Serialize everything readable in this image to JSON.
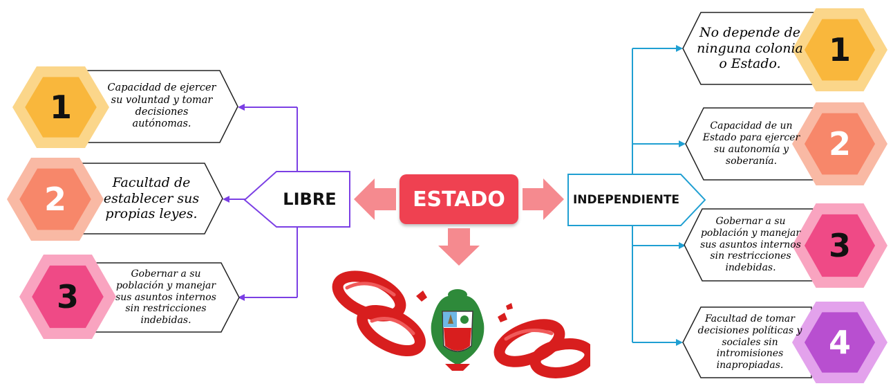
{
  "center": {
    "label": "ESTADO"
  },
  "libre": {
    "label": "LIBRE",
    "color": "#7b3fe4",
    "items": [
      {
        "number": "1",
        "text": "Capacidad de ejercer su voluntad y tomar decisiones autónomas.",
        "hex_outer": "#fbd68a",
        "hex_inner": "#f9b73c",
        "num_color": "#111111"
      },
      {
        "number": "2",
        "text": "Facultad de establecer sus propias leyes.",
        "hex_outer": "#f9b9a4",
        "hex_inner": "#f7876a",
        "num_color": "#ffffff"
      },
      {
        "number": "3",
        "text": "Gobernar a su población y manejar sus asuntos internos sin restricciones indebidas.",
        "hex_outer": "#f9a4c0",
        "hex_inner": "#ef4a86",
        "num_color": "#111111"
      }
    ]
  },
  "independiente": {
    "label": "INDEPENDIENTE",
    "color": "#1f9fd2",
    "items": [
      {
        "number": "1",
        "text": "No depende de ninguna colonia o Estado.",
        "hex_outer": "#fbd68a",
        "hex_inner": "#f9b73c",
        "num_color": "#111111"
      },
      {
        "number": "2",
        "text": "Capacidad de un Estado para ejercer su autonomía y soberanía.",
        "hex_outer": "#f9b9a4",
        "hex_inner": "#f7876a",
        "num_color": "#ffffff"
      },
      {
        "number": "3",
        "text": "Gobernar a su población y manejar sus asuntos internos sin restricciones indebidas.",
        "hex_outer": "#f9a4c0",
        "hex_inner": "#ef4a86",
        "num_color": "#111111"
      },
      {
        "number": "4",
        "text": "Facultad de tomar decisiones políticas y sociales sin intromisiones inapropiadas.",
        "hex_outer": "#e3a2ec",
        "hex_inner": "#b84fd0",
        "num_color": "#ffffff"
      }
    ]
  },
  "arrow_color": "#f58a8f",
  "illustration": {
    "icon": "broken-chain-with-peru-coat-of-arms-icon"
  }
}
